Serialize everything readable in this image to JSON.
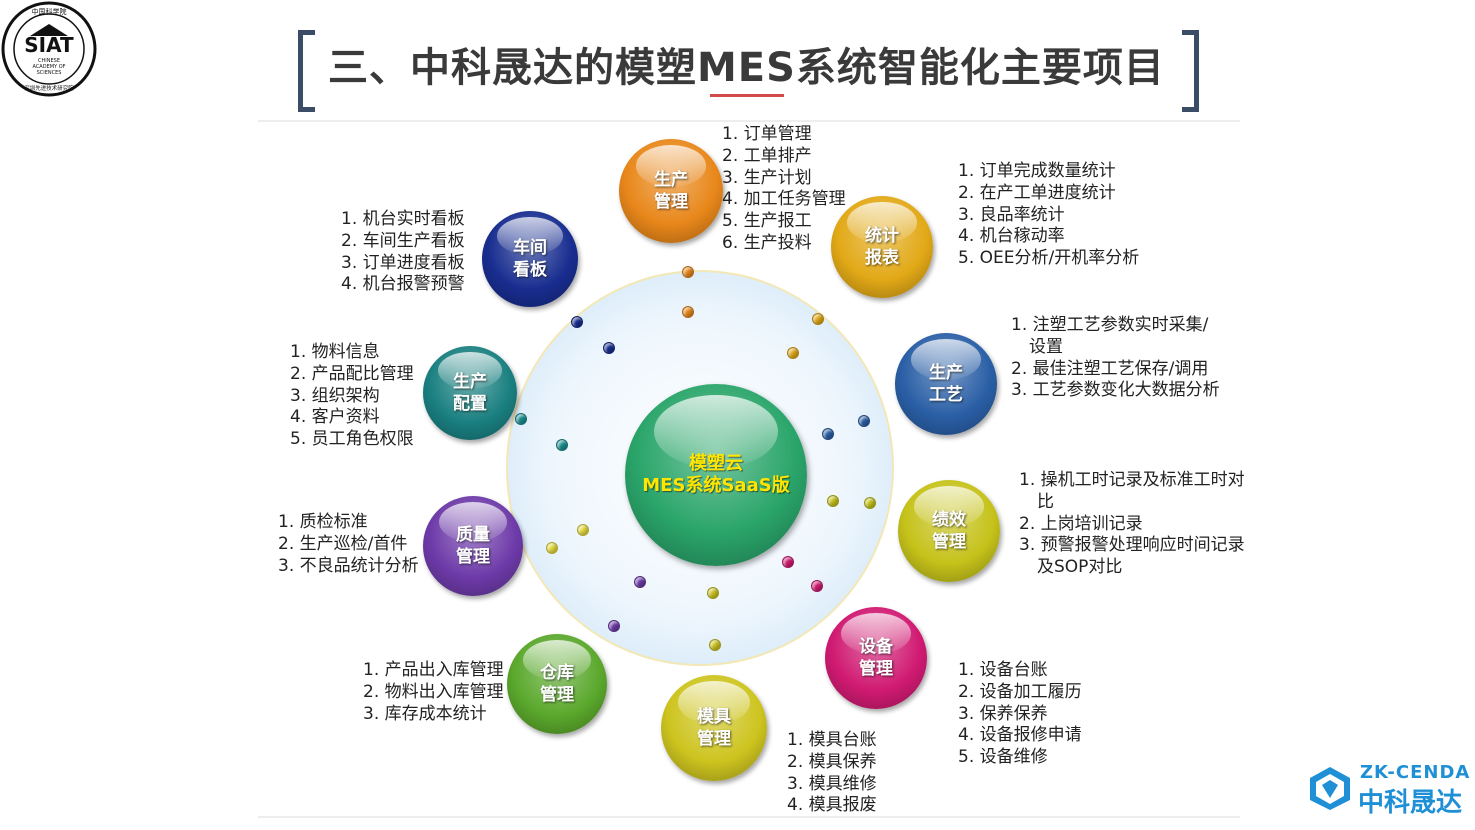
{
  "header": {
    "title": "三、中科晟达的模塑MES系统智能化主要项目",
    "accent_color": "#d24a4a",
    "bracket_color": "#3b4c66"
  },
  "logos": {
    "siat": {
      "abbr": "SIAT",
      "cn_ring": "中国科学院",
      "en_1": "CHINESE",
      "en_2": "ACADEMY OF",
      "en_3": "SCIENCES",
      "cn_bottom": "深圳先进技术研究院"
    },
    "zk": {
      "en": "ZK-CENDA",
      "cn": "中科晟达",
      "color": "#1f8fd6"
    }
  },
  "center": {
    "line1": "模塑云",
    "line2": "MES系统SaaS版",
    "color": "#2aa56a"
  },
  "modules": [
    {
      "id": "production-management",
      "line1": "生产",
      "line2": "管理",
      "color": "#e8871a",
      "items": [
        "1. 订单管理",
        "2. 工单排产",
        "3. 生产计划",
        "4. 加工任务管理",
        "5. 生产报工",
        "6. 生产投料"
      ]
    },
    {
      "id": "statistics-report",
      "line1": "统计",
      "line2": "报表",
      "color": "#e2a917",
      "items": [
        "1. 订单完成数量统计",
        "2. 在产工单进度统计",
        "3. 良品率统计",
        "4. 机台稼动率",
        "5. OEE分析/开机率分析"
      ]
    },
    {
      "id": "production-process",
      "line1": "生产",
      "line2": "工艺",
      "color": "#2a5fa6",
      "items": [
        "1. 注塑工艺参数实时采集/",
        "设置",
        "2. 最佳注塑工艺保存/调用",
        "3. 工艺参数变化大数据分析"
      ]
    },
    {
      "id": "performance-management",
      "line1": "绩效",
      "line2": "管理",
      "color": "#c5c21a",
      "items": [
        "1. 操机工时记录及标准工时对",
        "比",
        "2. 上岗培训记录",
        "3. 预警报警处理响应时间记录",
        "及SOP对比"
      ]
    },
    {
      "id": "equipment-management",
      "line1": "设备",
      "line2": "管理",
      "color": "#d01a72",
      "items": [
        "1. 设备台账",
        "2. 设备加工履历",
        "3. 保养保养",
        "4. 设备报修申请",
        "5. 设备维修"
      ]
    },
    {
      "id": "mold-management",
      "line1": "模具",
      "line2": "管理",
      "color": "#cdc41f",
      "items": [
        "1. 模具台账",
        "2. 模具保养",
        "3. 模具维修",
        "4. 模具报废"
      ]
    },
    {
      "id": "warehouse-management",
      "line1": "仓库",
      "line2": "管理",
      "color": "#5aa82c",
      "items": [
        "1. 产品出入库管理",
        "2. 物料出入库管理",
        "3. 库存成本统计"
      ]
    },
    {
      "id": "quality-management",
      "line1": "质量",
      "line2": "管理",
      "color": "#6d3aa8",
      "items": [
        "1. 质检标准",
        "2. 生产巡检/首件",
        "3. 不良品统计分析"
      ]
    },
    {
      "id": "production-config",
      "line1": "生产",
      "line2": "配置",
      "color": "#1a7f80",
      "items": [
        "1. 物料信息",
        "2. 产品配比管理",
        "3. 组织架构",
        "4. 客户资料",
        "5. 员工角色权限"
      ]
    },
    {
      "id": "workshop-board",
      "line1": "车间",
      "line2": "看板",
      "color": "#182d8f",
      "items": [
        "1. 机台实时看板",
        "2. 车间生产看板",
        "3. 订单进度看板",
        "4. 机台报警预警"
      ]
    }
  ]
}
